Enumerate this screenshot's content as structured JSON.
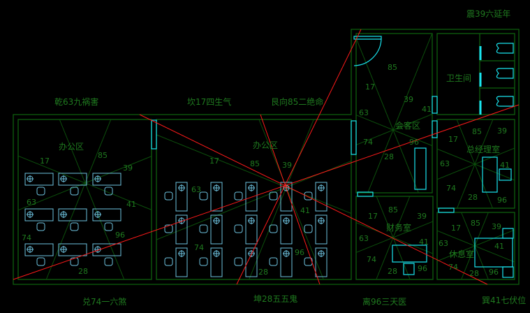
{
  "direction_labels": {
    "qian": "乾63九祸害",
    "kan": "坎17四生气",
    "gen": "艮向85二绝命",
    "zhen": "震39六延年",
    "xun": "巽41七伏位",
    "li": "离96三天医",
    "kun": "坤28五五鬼",
    "dui": "兑74一六煞"
  },
  "rooms": {
    "office_left": {
      "name": "办公区",
      "sectors": [
        "17",
        "85",
        "39",
        "41",
        "96",
        "28",
        "74",
        "63"
      ]
    },
    "office_main": {
      "name": "办公区",
      "sectors": [
        "17",
        "85",
        "39",
        "41",
        "96",
        "28",
        "74",
        "63"
      ]
    },
    "reception": {
      "name": "会客区",
      "sectors": [
        "17",
        "85",
        "39",
        "41",
        "96",
        "28",
        "74",
        "63"
      ]
    },
    "restroom": {
      "name": "卫生间"
    },
    "gm_office": {
      "name": "总经理室",
      "sectors": [
        "17",
        "85",
        "39",
        "41",
        "96",
        "28",
        "74",
        "63"
      ]
    },
    "finance": {
      "name": "财务室",
      "sectors": [
        "17",
        "85",
        "39",
        "41",
        "96",
        "28",
        "74",
        "63"
      ]
    },
    "rest_room": {
      "name": "休息室",
      "sectors": [
        "17",
        "85",
        "39",
        "41",
        "96",
        "28",
        "74",
        "63"
      ]
    }
  },
  "colors": {
    "wall": "#0e5f0e",
    "text": "#1f7a1f",
    "axis": "#ff1a1a",
    "furniture": "#6ec3e0",
    "fixture": "#19e6f0"
  }
}
